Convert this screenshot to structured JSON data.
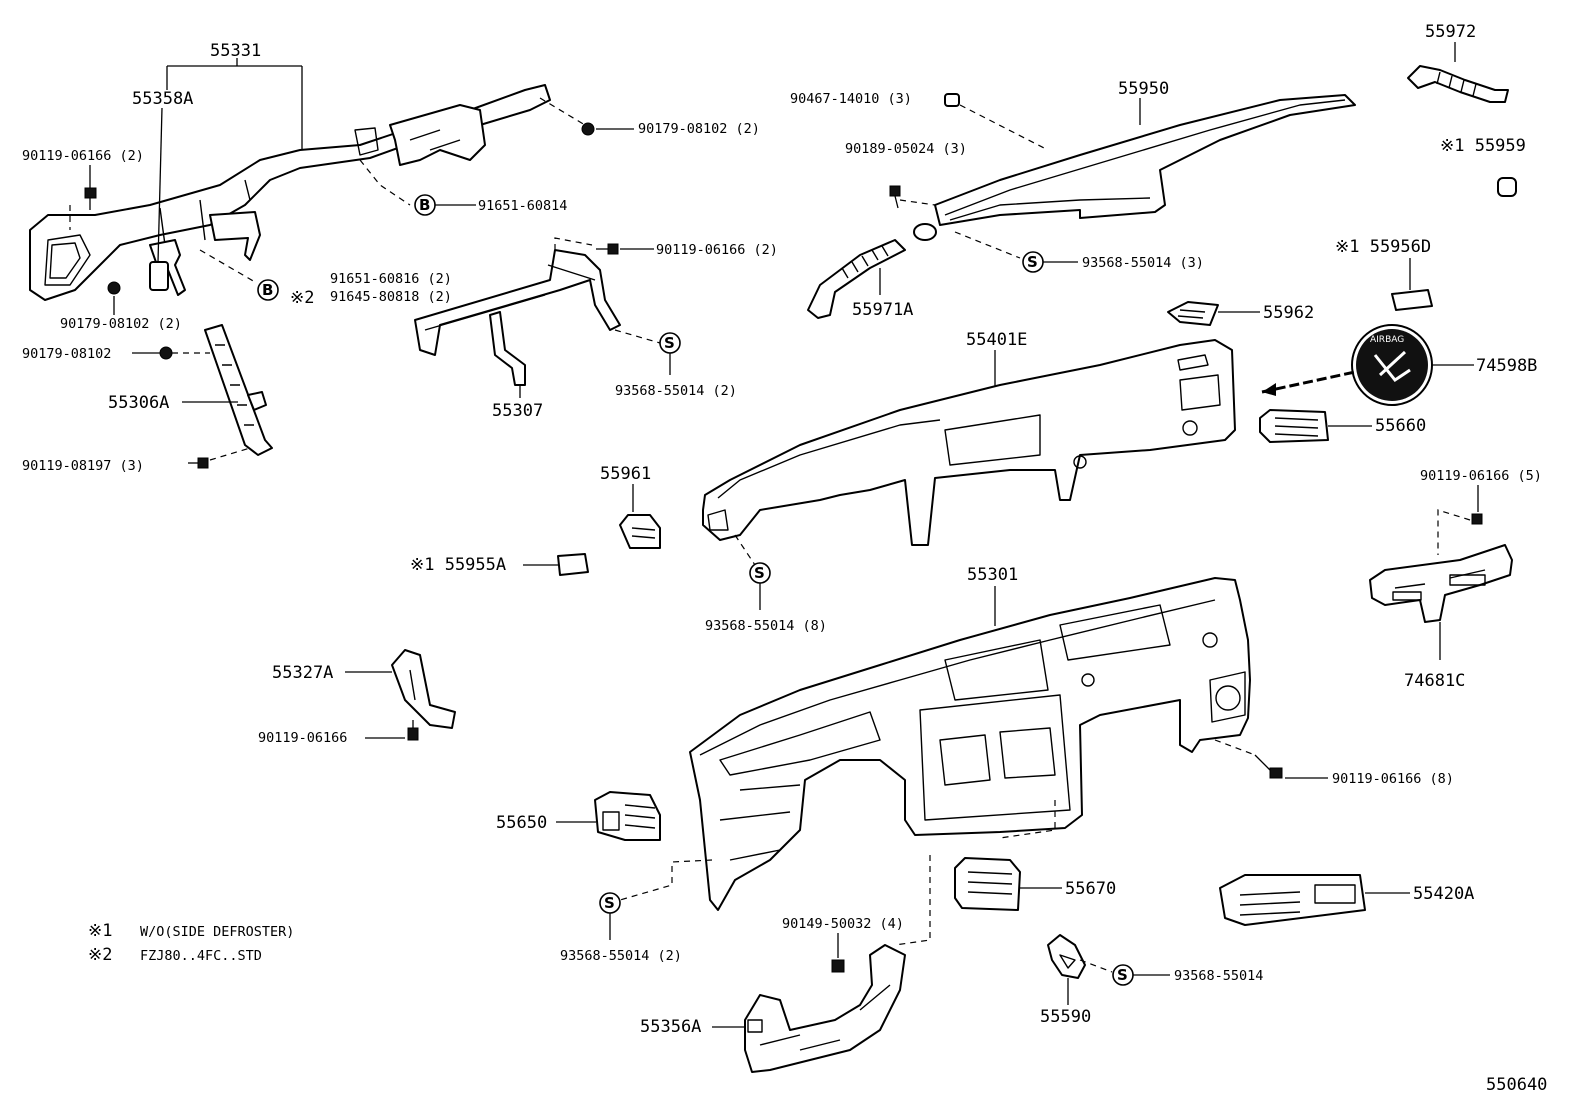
{
  "diagram_id": "550640",
  "notes": [
    {
      "mark": "※1",
      "text": "W/O(SIDE DEFROSTER)"
    },
    {
      "mark": "※2",
      "text": "FZJ80..4FC..STD"
    }
  ],
  "callout_letters": {
    "b": "B",
    "s": "S"
  },
  "labels": {
    "p55331": "55331",
    "p55358a": "55358A",
    "p90119_06166_2a": "90119-06166 (2)",
    "p90179_08102_2a": "90179-08102 (2)",
    "p91651_60814": "91651-60814",
    "p91651_60816": "91651-60816 (2)",
    "p91645_80818": "91645-80818 (2)",
    "mark2": "※2",
    "p90179_08102_2b": "90179-08102 (2)",
    "p90179_08102": "90179-08102",
    "p55306a": "55306A",
    "p90119_08197": "90119-08197 (3)",
    "p90119_06166_2b": "90119-06166 (2)",
    "p55307": "55307",
    "p93568_55014_2a": "93568-55014 (2)",
    "p90467_14010": "90467-14010 (3)",
    "p55950": "55950",
    "p90189_05024": "90189-05024 (3)",
    "p93568_55014_3": "93568-55014 (3)",
    "p55971a": "55971A",
    "p55972": "55972",
    "p55959": "※1 55959",
    "p55956d": "※1 55956D",
    "p55962": "55962",
    "p55401e": "55401E",
    "p74598b": "74598B",
    "p55660": "55660",
    "p55961": "55961",
    "p55955a": "※1 55955A",
    "p93568_55014_8": "93568-55014 (8)",
    "p90119_06166_5": "90119-06166 (5)",
    "p74681c": "74681C",
    "p55301": "55301",
    "p55327a": "55327A",
    "p90119_06166": "90119-06166",
    "p90119_06166_8": "90119-06166 (8)",
    "p55650": "55650",
    "p93568_55014_2b": "93568-55014 (2)",
    "p90149_50032": "90149-50032 (4)",
    "p55670": "55670",
    "p55420a": "55420A",
    "p93568_55014": "93568-55014",
    "p55590": "55590",
    "p55356a": "55356A"
  }
}
